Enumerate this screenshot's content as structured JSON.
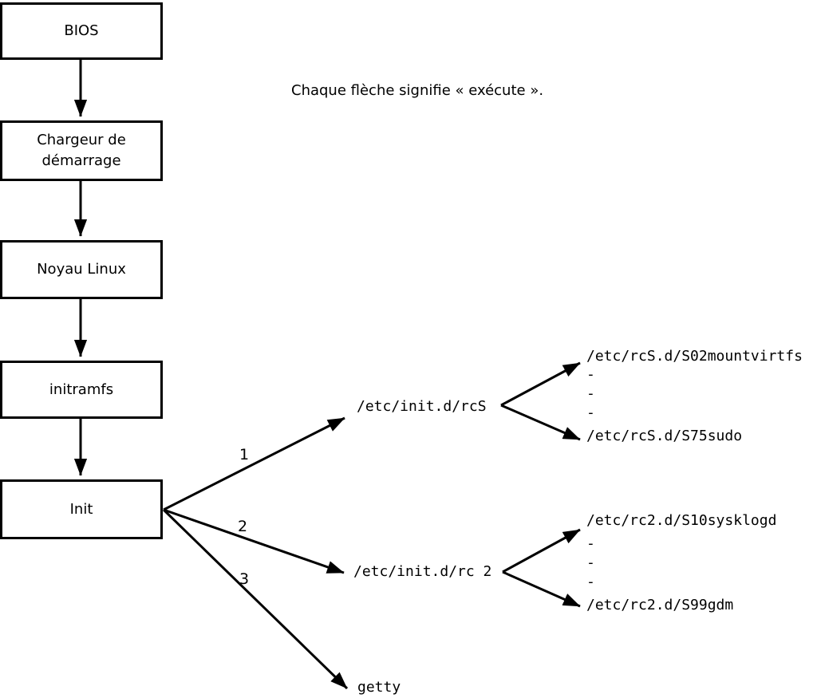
{
  "note": "Chaque flèche signifie « exécute ».",
  "colors": {
    "ink": "#000000",
    "background": "#ffffff"
  },
  "boxes": [
    {
      "label": "BIOS"
    },
    {
      "label": "Chargeur de démarrage"
    },
    {
      "label": "Noyau Linux"
    },
    {
      "label": "initramfs"
    },
    {
      "label": "Init"
    }
  ],
  "branches": {
    "labels": [
      "1",
      "2",
      "3"
    ],
    "targets": [
      "/etc/init.d/rcS",
      "/etc/init.d/rc 2",
      "getty"
    ]
  },
  "rcs_fan": {
    "top": "/etc/rcS.d/S02mountvirtfs",
    "dashes": [
      "-",
      "-",
      "-"
    ],
    "bottom": "/etc/rcS.d/S75sudo"
  },
  "rc2_fan": {
    "top": "/etc/rc2.d/S10sysklogd",
    "dashes": [
      "-",
      "-",
      "-"
    ],
    "bottom": "/etc/rc2.d/S99gdm"
  }
}
